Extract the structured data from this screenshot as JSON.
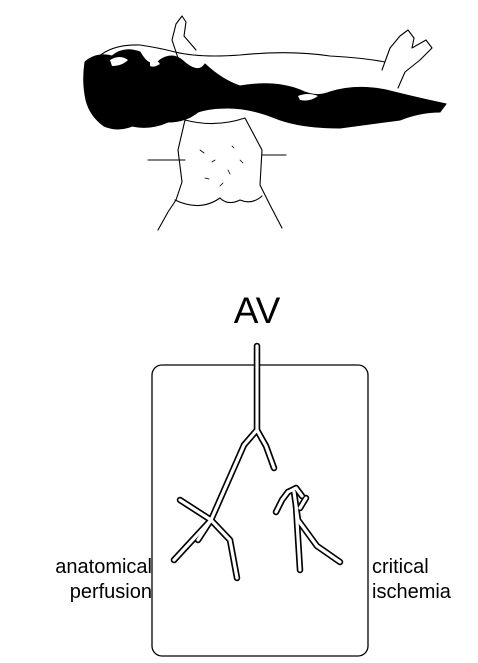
{
  "labels": {
    "av": "AV",
    "left_line1": "anatomical",
    "left_line2": "perfusion",
    "right_line1": "critical",
    "right_line2": "ischemia"
  },
  "colors": {
    "ink": "#000000",
    "background": "#ffffff",
    "vessel_fill": "#ffffff"
  }
}
